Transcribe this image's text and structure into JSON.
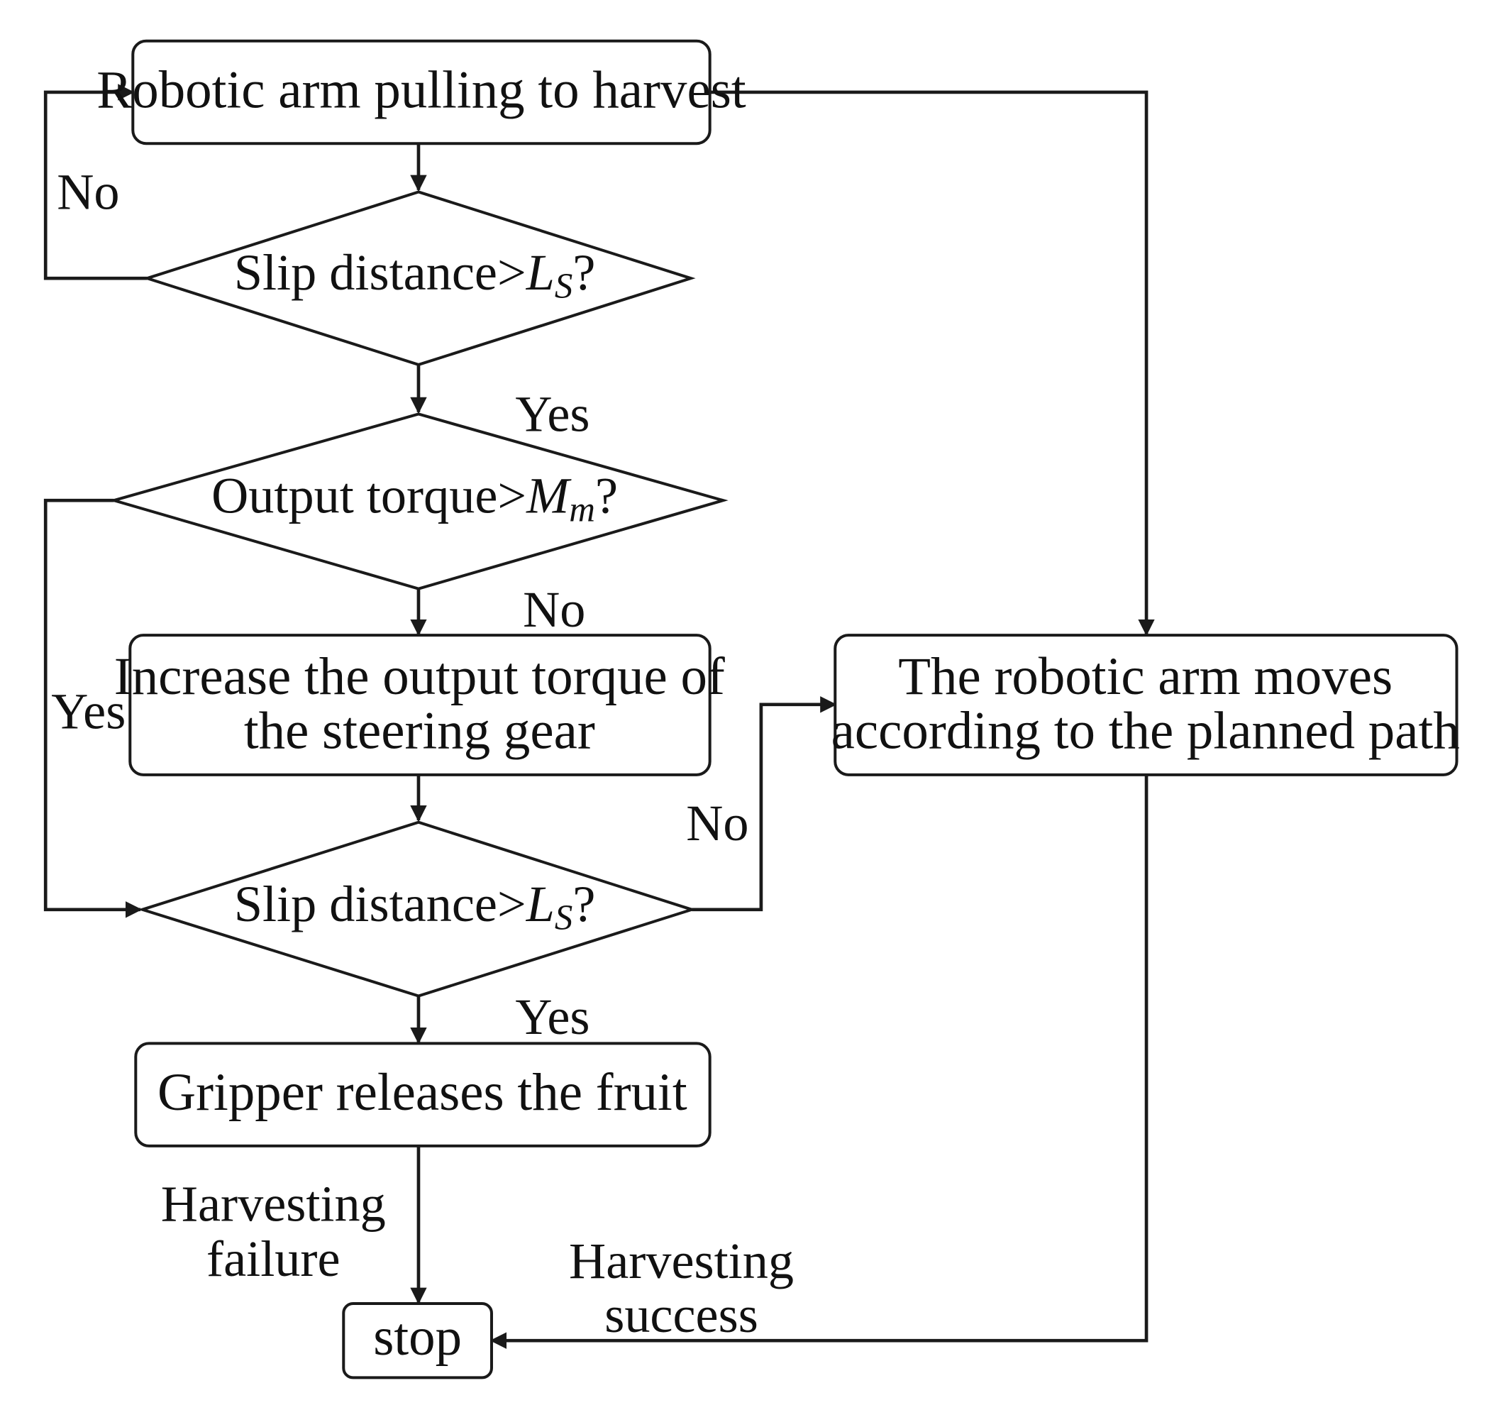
{
  "nodes": {
    "pull": "Robotic arm pulling to harvest",
    "slip1": {
      "prefix": "Slip distance>",
      "var": "L",
      "sub": "S",
      "suffix": "?"
    },
    "torque": {
      "prefix": "Output torque>",
      "var": "M",
      "sub": "m",
      "suffix": "?"
    },
    "increase": {
      "line1": "Increase the output torque of",
      "line2": "the steering gear"
    },
    "slip2": {
      "prefix": "Slip distance>",
      "var": "L",
      "sub": "S",
      "suffix": "?"
    },
    "release": "Gripper releases the fruit",
    "moves": {
      "line1": "The robotic arm moves",
      "line2": "according to the planned path"
    },
    "stop": "stop"
  },
  "edges": {
    "slip1_no": "No",
    "slip1_yes": "Yes",
    "torque_no": "No",
    "torque_yes": "Yes",
    "slip2_no": "No",
    "slip2_yes": "Yes",
    "failure": {
      "line1": "Harvesting",
      "line2": "failure"
    },
    "success": {
      "line1": "Harvesting",
      "line2": "success"
    }
  }
}
